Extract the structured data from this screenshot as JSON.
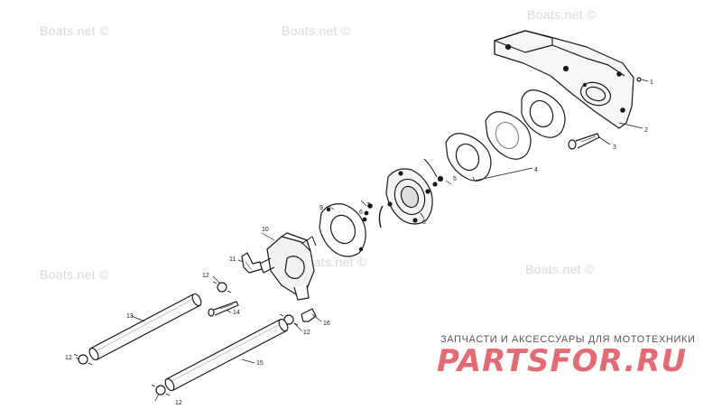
{
  "watermark": "Boats.net ©",
  "callouts": [
    "1",
    "2",
    "3",
    "4",
    "5",
    "6",
    "7",
    "8",
    "9",
    "10",
    "11",
    "12",
    "13",
    "14",
    "15",
    "16"
  ],
  "brand": {
    "tagline": "ЗАПЧАСТИ И АКСЕССУАРЫ ДЛЯ МОТОТЕХНИКИ",
    "logo": "PARTSFOR.RU"
  }
}
